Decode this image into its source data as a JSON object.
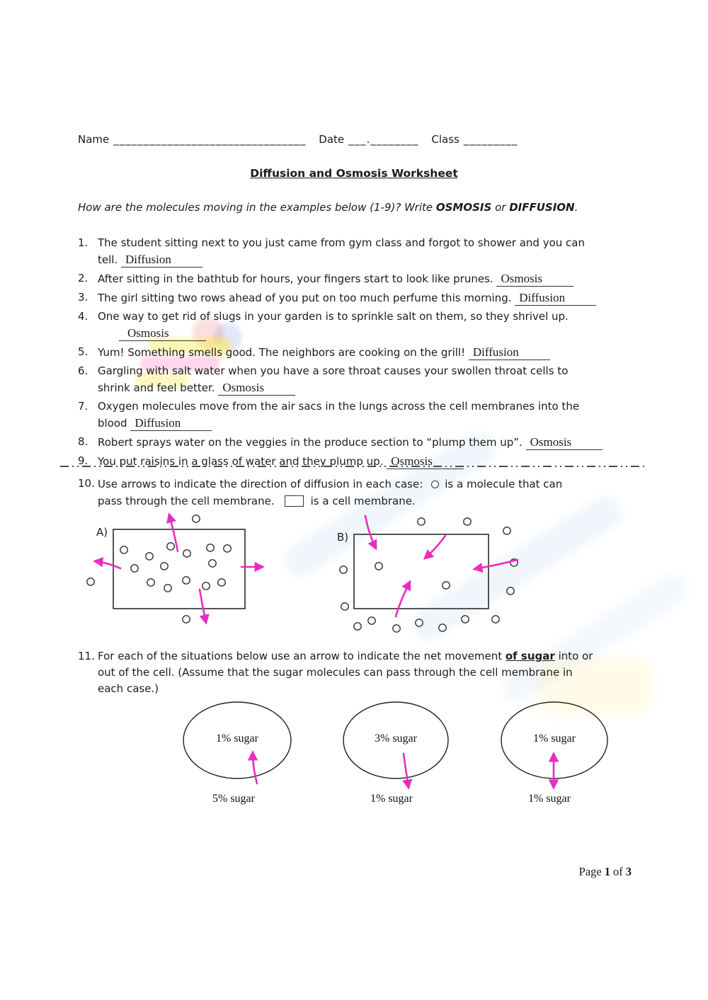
{
  "title": "Diffusion and Osmosis Worksheet",
  "header": {
    "name_label": "Name",
    "name_line": "________________________________",
    "date_label": "Date",
    "date_line": "___.________",
    "class_label": "Class",
    "class_line": "_________"
  },
  "intro": {
    "lead": "How are the molecules moving in the examples below (1-9)?  Write ",
    "osmosis": "OSMOSIS",
    "mid": " or ",
    "diffusion": "DIFFUSION",
    "end": "."
  },
  "questions": [
    {
      "num": "1.",
      "lines": [
        "The student sitting next to you just came from gym class and forgot to shower and you can",
        "tell."
      ],
      "answer": "Diffusion",
      "answer_own_line": false
    },
    {
      "num": "2.",
      "lines": [
        "After sitting in the bathtub for hours, your fingers start to look like prunes."
      ],
      "answer": "Osmosis",
      "answer_own_line": false
    },
    {
      "num": "3.",
      "lines": [
        "The girl sitting two rows ahead of you put on too much perfume this morning."
      ],
      "answer": "Diffusion",
      "answer_own_line": false
    },
    {
      "num": "4.",
      "lines": [
        "One way to get rid of slugs in your garden is to sprinkle salt on them, so they shrivel up."
      ],
      "answer": "Osmosis",
      "answer_own_line": true
    },
    {
      "num": "5.",
      "lines": [
        "Yum! Something smells good. The neighbors are cooking on the grill!"
      ],
      "answer": "Diffusion",
      "answer_own_line": false
    },
    {
      "num": "6.",
      "lines": [
        "Gargling with salt water when you have a sore throat causes your swollen throat cells to",
        "shrink and feel better."
      ],
      "answer": "Osmosis",
      "answer_own_line": false
    },
    {
      "num": "7.",
      "lines": [
        "Oxygen molecules move from the air sacs in the lungs across the cell membranes into the",
        "blood"
      ],
      "answer": "Diffusion",
      "answer_own_line": false
    },
    {
      "num": "8.",
      "lines": [
        "Robert sprays water on the veggies in the produce section to “plump them up”."
      ],
      "answer": "Osmosis",
      "answer_own_line": false
    },
    {
      "num": "9.",
      "lines": [
        "You put raisins in a glass of water and they plump up."
      ],
      "answer": "Osmosis",
      "answer_own_line": false
    }
  ],
  "q10": {
    "num": "10.",
    "line1_a": "Use arrows to indicate the direction of diffusion in each case:",
    "line1_b": "is a molecule that can",
    "line2_a": "pass through the cell membrane.",
    "line2_b": "is a cell membrane.",
    "icons": {
      "molecule": "small-circle",
      "membrane": "small-rectangle"
    }
  },
  "q11": {
    "num": "11.",
    "part1": "For each of the situations below use an arrow to indicate the net movement ",
    "emphasis": "of sugar",
    "part2a": " into or",
    "line2": "out of the cell.  (Assume that the sugar molecules can pass through the cell membrane in",
    "line3": "each case.)"
  },
  "diagrams": {
    "label_a": "A)",
    "label_b": "B)",
    "a": {
      "direction": "arrows point outward (net movement out of cell)",
      "molecules_inside": [
        [
          175,
          62
        ],
        [
          211,
          71
        ],
        [
          241,
          57
        ],
        [
          264,
          67
        ],
        [
          297,
          59
        ],
        [
          321,
          60
        ],
        [
          190,
          88
        ],
        [
          232,
          85
        ],
        [
          300,
          81
        ],
        [
          213,
          108
        ],
        [
          237,
          116
        ],
        [
          263,
          105
        ],
        [
          291,
          113
        ],
        [
          313,
          108
        ]
      ],
      "molecules_outside": [
        [
          277,
          18
        ],
        [
          128,
          107
        ],
        [
          263,
          160
        ]
      ]
    },
    "b": {
      "direction": "arrows point inward (net movement into cell)",
      "molecules_inside": [
        [
          535,
          85
        ],
        [
          630,
          112
        ]
      ],
      "molecules_outside": [
        [
          595,
          22
        ],
        [
          660,
          22
        ],
        [
          716,
          35
        ],
        [
          726,
          80
        ],
        [
          721,
          120
        ],
        [
          485,
          90
        ],
        [
          487,
          142
        ],
        [
          505,
          170
        ],
        [
          525,
          162
        ],
        [
          560,
          173
        ],
        [
          592,
          165
        ],
        [
          625,
          172
        ],
        [
          657,
          160
        ],
        [
          700,
          160
        ]
      ]
    }
  },
  "cells": [
    {
      "inside": "1% sugar",
      "outside": "5% sugar",
      "arrow": "into cell"
    },
    {
      "inside": "3% sugar",
      "outside": "1% sugar",
      "arrow": "out of cell"
    },
    {
      "inside": "1% sugar",
      "outside": "1% sugar",
      "arrow": "both directions (equilibrium)"
    }
  ],
  "footer": {
    "page_word": "Page",
    "page_num": "1",
    "of_word": "of",
    "total": "3"
  },
  "colors": {
    "arrow_ink": "#e82cc0"
  }
}
